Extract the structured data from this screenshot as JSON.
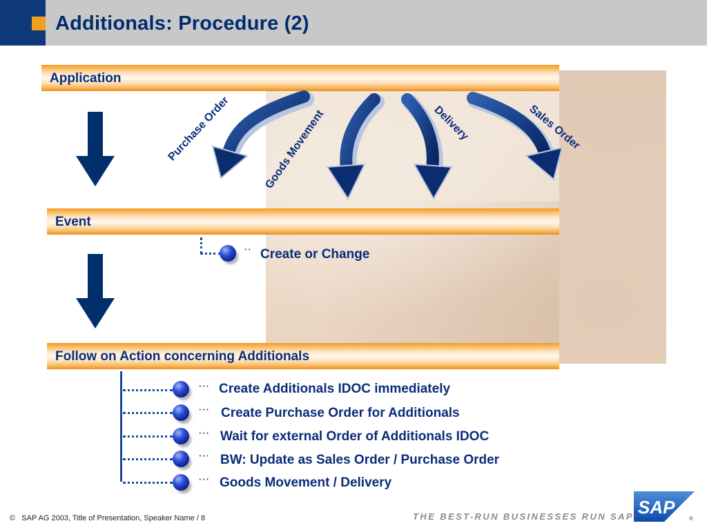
{
  "title": "Additionals: Procedure (2)",
  "bars": {
    "application": "Application",
    "event": "Event",
    "follow": "Follow on Action concerning Additionals"
  },
  "curve_labels": {
    "purchase_order": "Purchase Order",
    "goods_movement": "Goods Movement",
    "delivery": "Delivery",
    "sales_order": "Sales Order"
  },
  "event_item": "Create or Change",
  "follow_items": [
    "Create Additionals IDOC immediately",
    "Create Purchase Order for Additionals",
    "Wait for external Order of Additionals IDOC",
    "BW: Update as Sales Order / Purchase Order",
    "Goods Movement / Delivery"
  ],
  "footer": {
    "copyright_symbol": "©",
    "copyright": "SAP AG 2003, Title of Presentation, Speaker Name / 8",
    "tagline": "THE BEST-RUN BUSINESSES RUN SAP",
    "logo_text": "SAP"
  },
  "colors": {
    "title_blue": "#0e3a7a",
    "accent_orange": "#f0a020",
    "text_navy": "#0a2c78"
  },
  "icons": [
    "down-arrow-icon",
    "curved-arrow-icon",
    "bullet-ball-icon",
    "sap-logo-icon"
  ]
}
